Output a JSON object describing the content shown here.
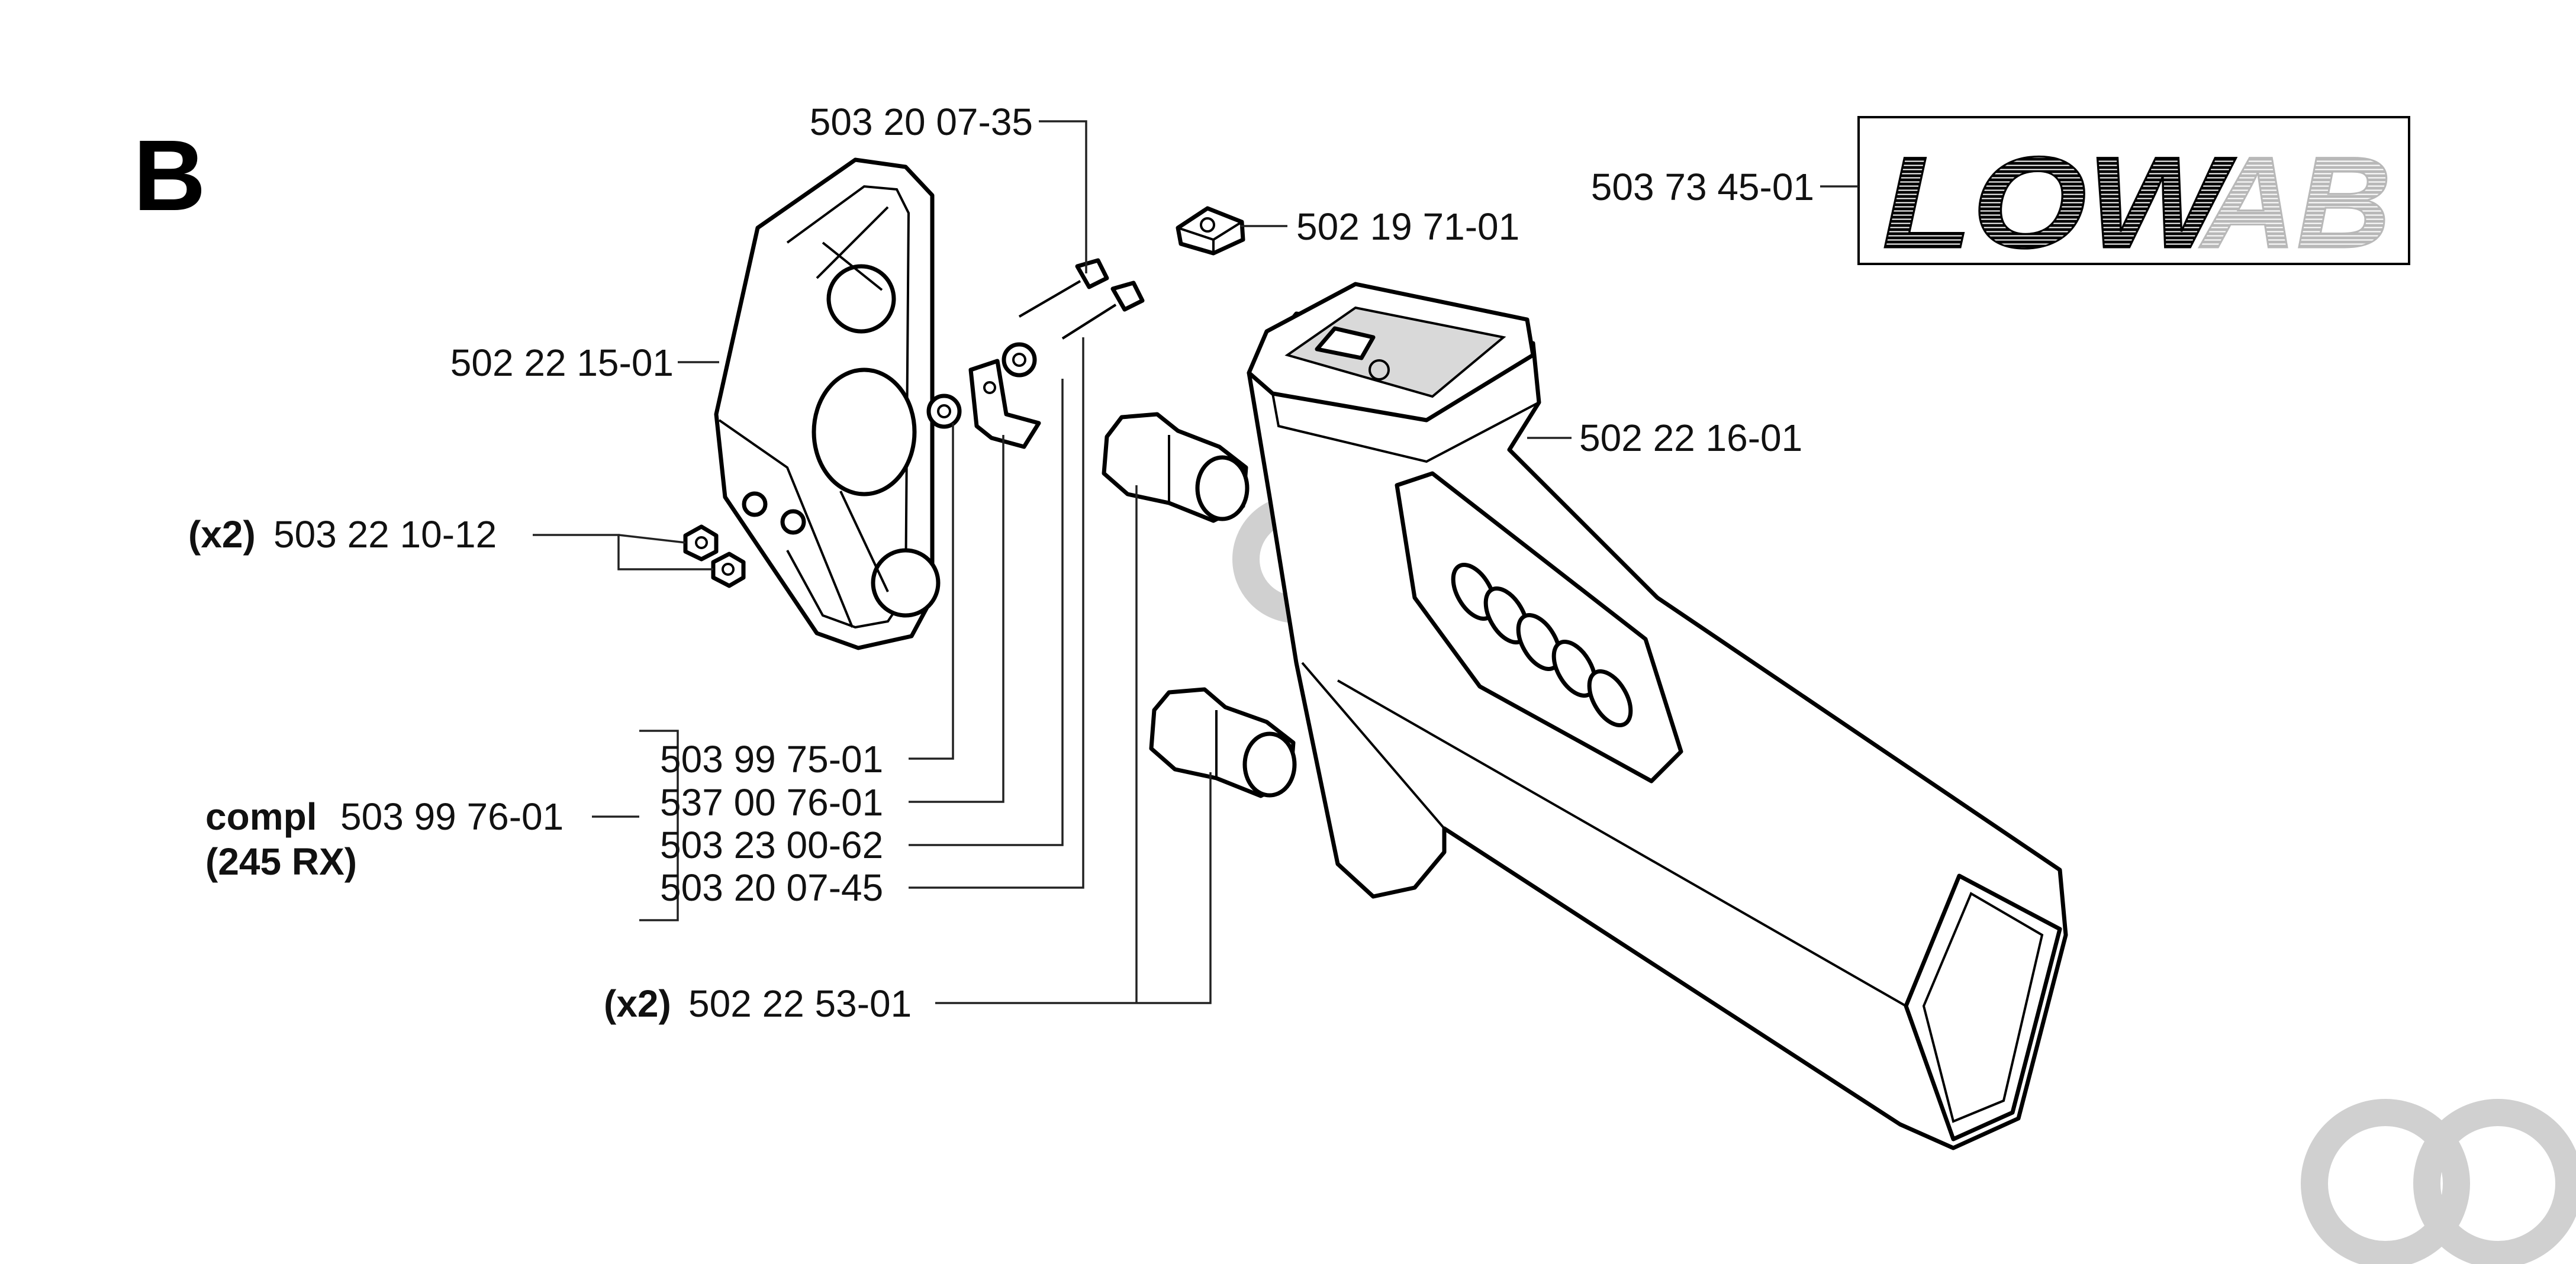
{
  "section_letter": "B",
  "labels": {
    "bolt_top": "503 20 07-35",
    "nut_clip": "502 19 71-01",
    "decal_part": "503 73 45-01",
    "cover": "502 22 15-01",
    "handle": "502 22 16-01",
    "nuts_qty": "(x2)",
    "nuts": "503 22 10-12",
    "kit_item_1": "503 99 75-01",
    "kit_item_2": "537 00 76-01",
    "kit_item_3": "503 23 00-62",
    "kit_item_4": "503 20 07-45",
    "kit_prefix": "compl",
    "kit_number": "503 99 76-01",
    "kit_model": "(245 RX)",
    "grips_qty": "(x2)",
    "grips": "502 22 53-01"
  },
  "decal": {
    "text_dark": "LOW",
    "text_light": "AB"
  },
  "colors": {
    "line": "#000000",
    "text": "#111111",
    "watermark": "#d0d0d0",
    "decal_light": "#b8b8b8"
  }
}
